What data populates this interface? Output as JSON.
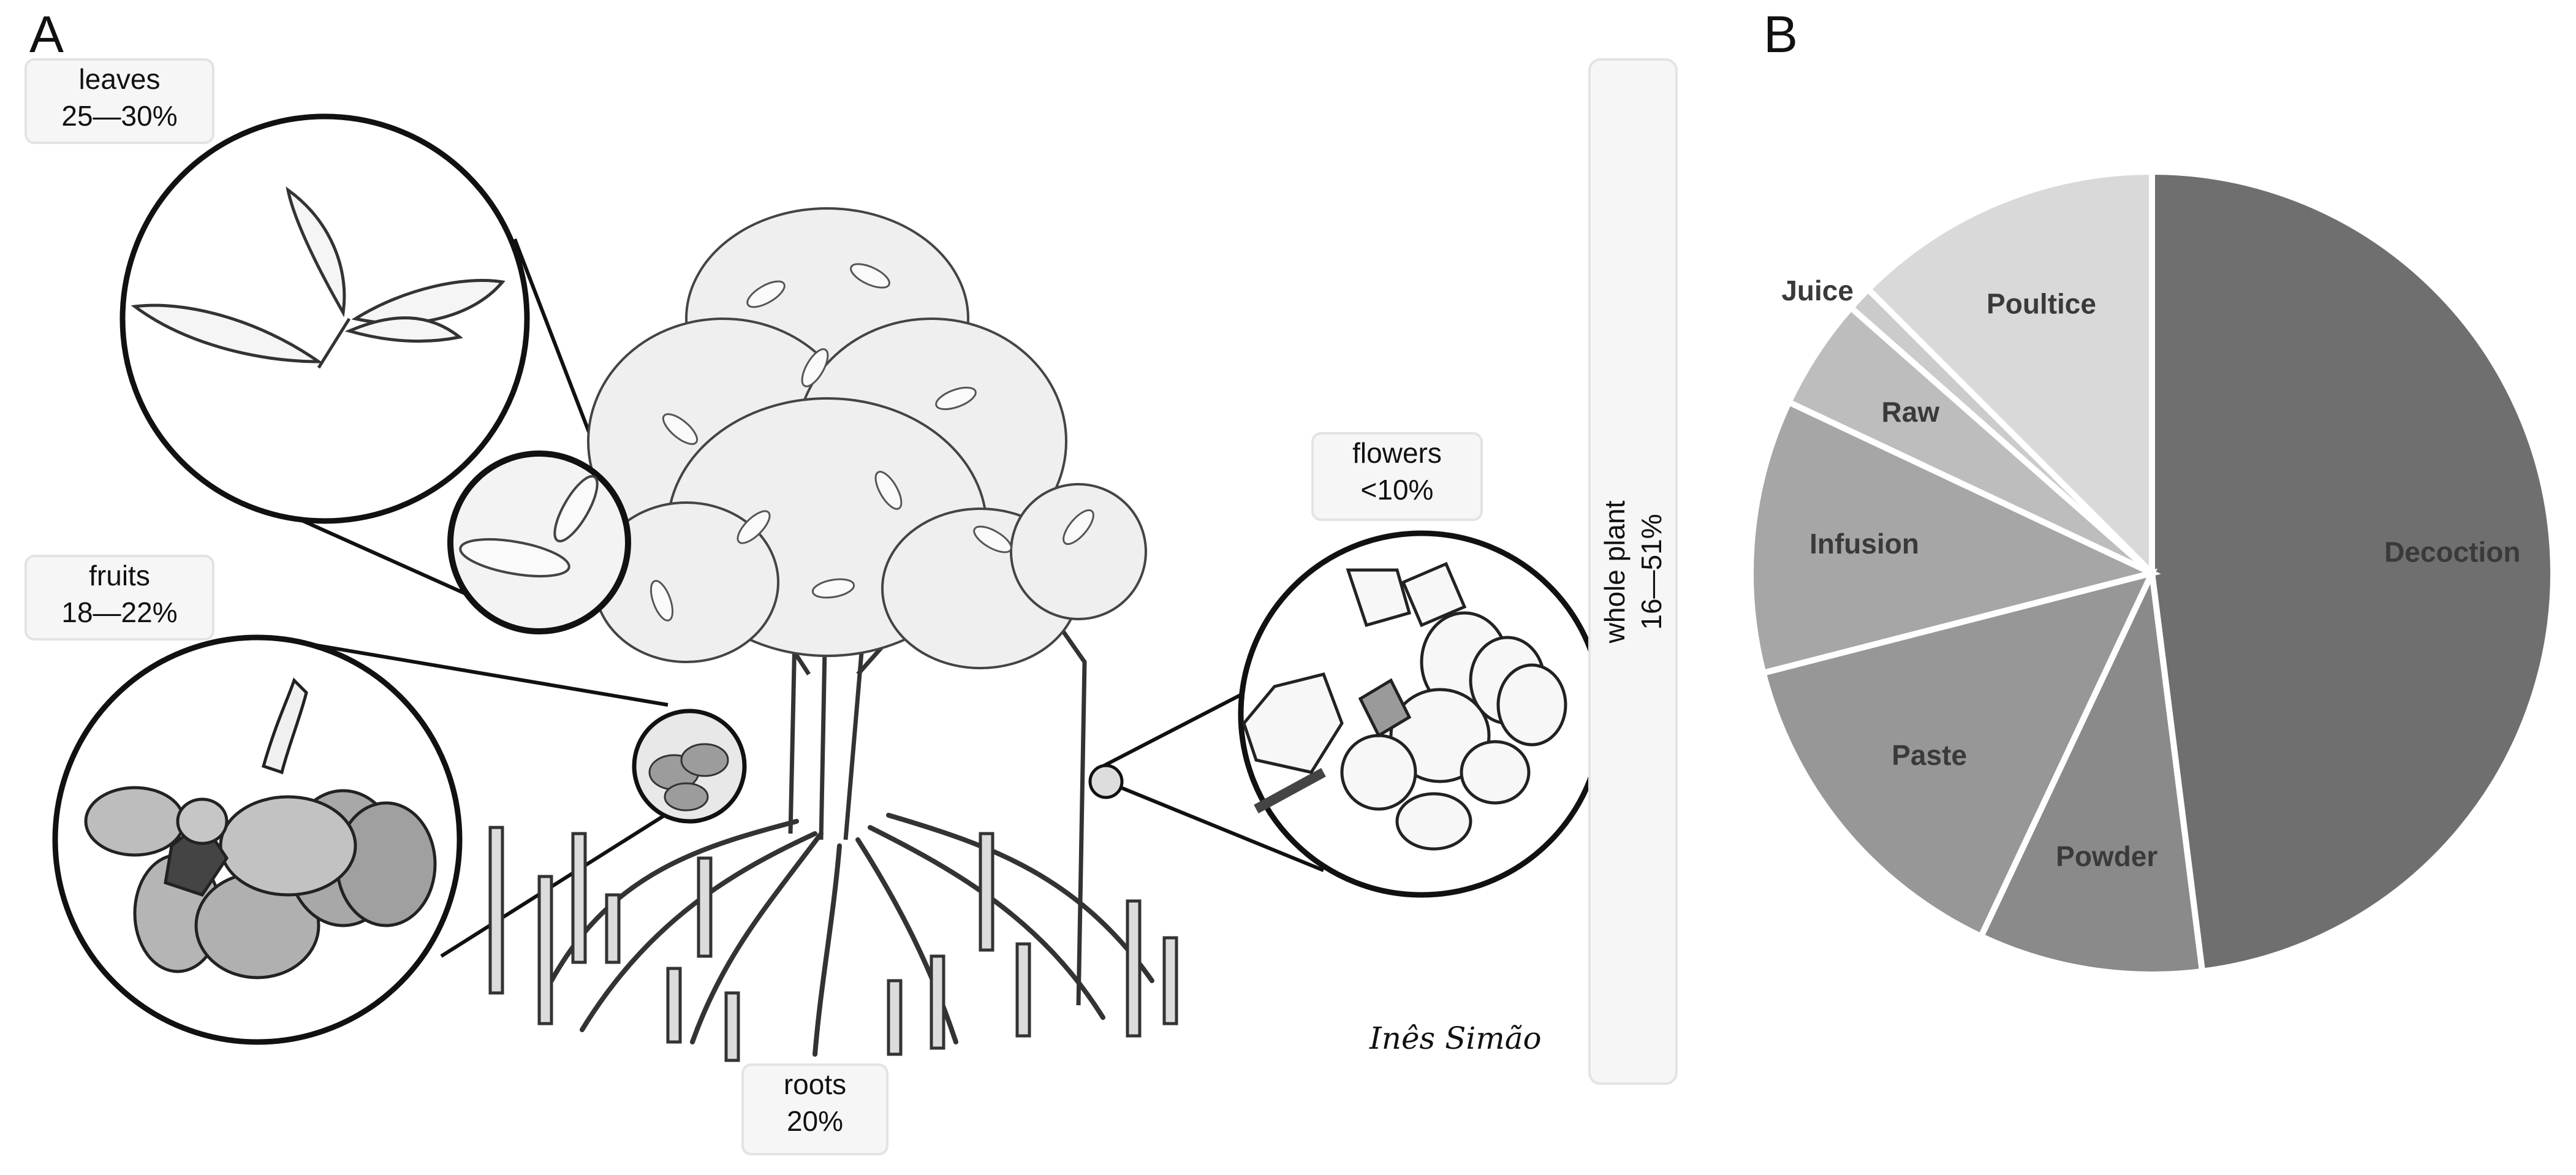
{
  "panels": {
    "a": "A",
    "b": "B"
  },
  "plant_parts": {
    "leaves": {
      "name": "leaves",
      "pct": "25—30%"
    },
    "fruits": {
      "name": "fruits",
      "pct": "18—22%"
    },
    "flowers": {
      "name": "flowers",
      "pct": "<10%"
    },
    "roots": {
      "name": "roots",
      "pct": "20%"
    },
    "whole_plant": {
      "name": "whole plant",
      "pct": "16—51%"
    }
  },
  "signature": "Inês Simão",
  "chart_data": {
    "type": "pie",
    "title": "",
    "start_angle_deg": 0,
    "direction": "clockwise",
    "slices": [
      {
        "label": "Decoction",
        "value": 48,
        "color": "#6f6f6f"
      },
      {
        "label": "Powder",
        "value": 9,
        "color": "#8a8a8a"
      },
      {
        "label": "Paste",
        "value": 14,
        "color": "#979797"
      },
      {
        "label": "Infusion",
        "value": 11,
        "color": "#a6a6a6"
      },
      {
        "label": "Raw",
        "value": 4.5,
        "color": "#bdbdbd"
      },
      {
        "label": "Juice",
        "value": 1,
        "color": "#cbcbcb"
      },
      {
        "label": "Poultice",
        "value": 12.5,
        "color": "#d9d9d9"
      }
    ]
  }
}
